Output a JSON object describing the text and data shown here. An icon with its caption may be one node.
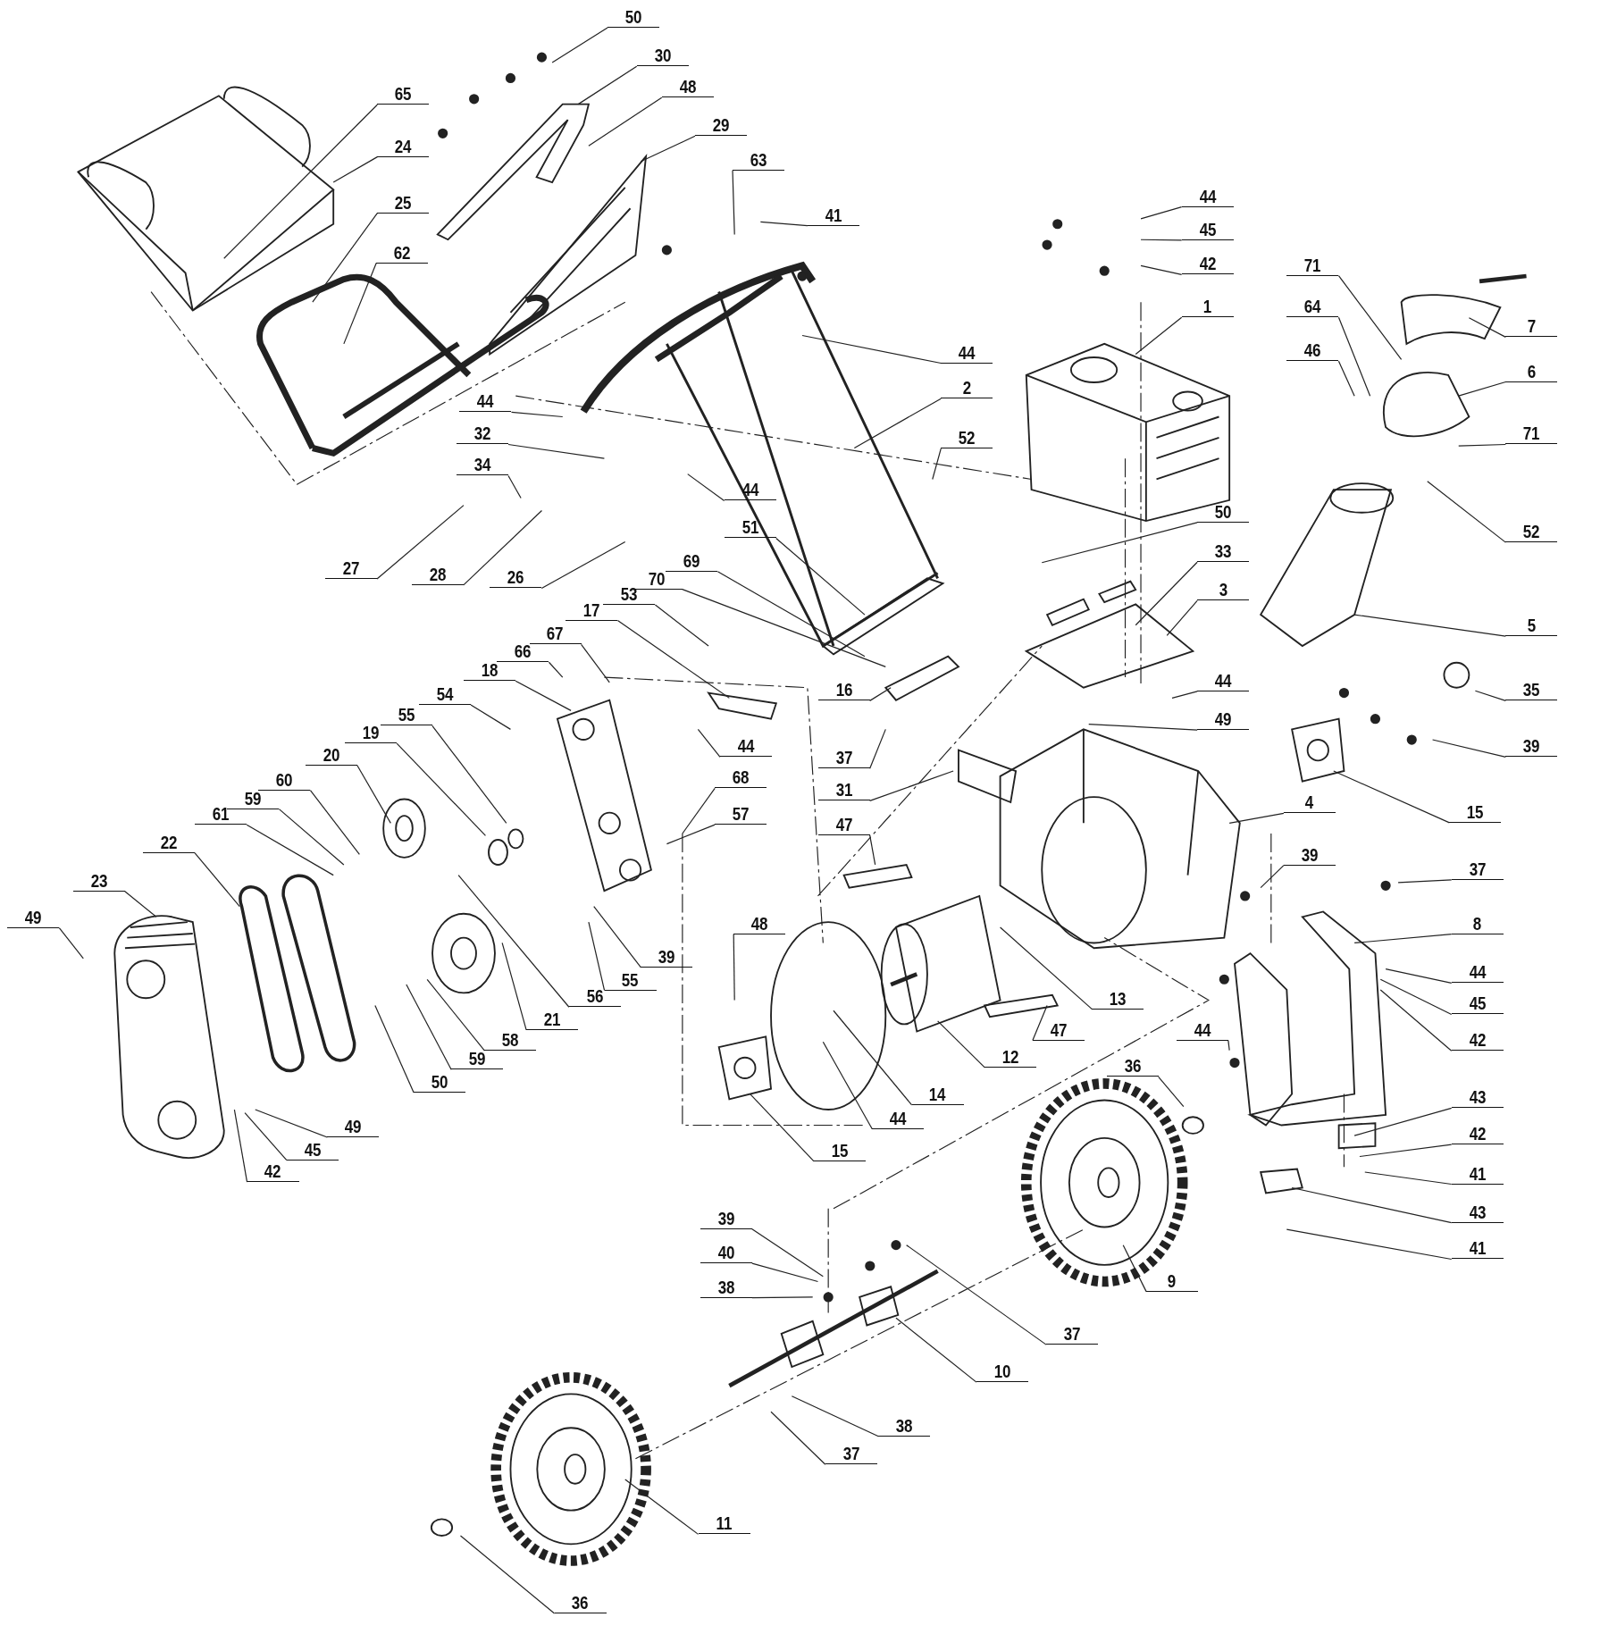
{
  "diagram": {
    "nodes": [
      {
        "text": [
          "50"
        ]
      },
      {
        "text": [
          "30"
        ]
      },
      {
        "text": [
          "48"
        ]
      },
      {
        "text": [
          "65"
        ]
      },
      {
        "text": [
          "24"
        ]
      },
      {
        "text": [
          "29"
        ]
      },
      {
        "text": [
          "63"
        ]
      },
      {
        "text": [
          "25"
        ]
      },
      {
        "text": [
          "44"
        ]
      },
      {
        "text": [
          "41"
        ]
      },
      {
        "text": [
          "45"
        ]
      },
      {
        "text": [
          "62"
        ]
      },
      {
        "text": [
          "42"
        ]
      },
      {
        "text": [
          "71"
        ]
      },
      {
        "text": [
          "1"
        ]
      },
      {
        "text": [
          "64"
        ]
      },
      {
        "text": [
          "7"
        ]
      },
      {
        "text": [
          "44"
        ]
      },
      {
        "text": [
          "46"
        ]
      },
      {
        "text": [
          "6"
        ]
      },
      {
        "text": [
          "2"
        ]
      },
      {
        "text": [
          "44"
        ]
      },
      {
        "text": [
          "71"
        ]
      },
      {
        "text": [
          "32"
        ]
      },
      {
        "text": [
          "52"
        ]
      },
      {
        "text": [
          "34"
        ]
      },
      {
        "text": [
          "44"
        ]
      },
      {
        "text": [
          "50"
        ]
      },
      {
        "text": [
          "52"
        ]
      },
      {
        "text": [
          "51"
        ]
      },
      {
        "text": [
          "27"
        ]
      },
      {
        "text": [
          "28"
        ]
      },
      {
        "text": [
          "26"
        ]
      },
      {
        "text": [
          "33"
        ]
      },
      {
        "text": [
          "69"
        ]
      },
      {
        "text": [
          "70"
        ]
      },
      {
        "text": [
          "53"
        ]
      },
      {
        "text": [
          "17"
        ]
      },
      {
        "text": [
          "3"
        ]
      },
      {
        "text": [
          "5"
        ]
      },
      {
        "text": [
          "67"
        ]
      },
      {
        "text": [
          "66"
        ]
      },
      {
        "text": [
          "18"
        ]
      },
      {
        "text": [
          "16"
        ]
      },
      {
        "text": [
          "44"
        ]
      },
      {
        "text": [
          "35"
        ]
      },
      {
        "text": [
          "54"
        ]
      },
      {
        "text": [
          "49"
        ]
      },
      {
        "text": [
          "55"
        ]
      },
      {
        "text": [
          "44"
        ]
      },
      {
        "text": [
          "39"
        ]
      },
      {
        "text": [
          "19"
        ]
      },
      {
        "text": [
          "37"
        ]
      },
      {
        "text": [
          "20"
        ]
      },
      {
        "text": [
          "68"
        ]
      },
      {
        "text": [
          "31"
        ]
      },
      {
        "text": [
          "60"
        ]
      },
      {
        "text": [
          "59"
        ]
      },
      {
        "text": [
          "57"
        ]
      },
      {
        "text": [
          "4"
        ]
      },
      {
        "text": [
          "15"
        ]
      },
      {
        "text": [
          "61"
        ]
      },
      {
        "text": [
          "47"
        ]
      },
      {
        "text": [
          "22"
        ]
      },
      {
        "text": [
          "37"
        ]
      },
      {
        "text": [
          "39"
        ]
      },
      {
        "text": [
          "23"
        ]
      },
      {
        "text": [
          "8"
        ]
      },
      {
        "text": [
          "49"
        ]
      },
      {
        "text": [
          "48"
        ]
      },
      {
        "text": [
          "39"
        ]
      },
      {
        "text": [
          "55"
        ]
      },
      {
        "text": [
          "44"
        ]
      },
      {
        "text": [
          "56"
        ]
      },
      {
        "text": [
          "13"
        ]
      },
      {
        "text": [
          "45"
        ]
      },
      {
        "text": [
          "47"
        ]
      },
      {
        "text": [
          "21"
        ]
      },
      {
        "text": [
          "42"
        ]
      },
      {
        "text": [
          "58"
        ]
      },
      {
        "text": [
          "12"
        ]
      },
      {
        "text": [
          "59"
        ]
      },
      {
        "text": [
          "44"
        ]
      },
      {
        "text": [
          "50"
        ]
      },
      {
        "text": [
          "14"
        ]
      },
      {
        "text": [
          "36"
        ]
      },
      {
        "text": [
          "43"
        ]
      },
      {
        "text": [
          "49"
        ]
      },
      {
        "text": [
          "44"
        ]
      },
      {
        "text": [
          "42"
        ]
      },
      {
        "text": [
          "45"
        ]
      },
      {
        "text": [
          "41"
        ]
      },
      {
        "text": [
          "15"
        ]
      },
      {
        "text": [
          "42"
        ]
      },
      {
        "text": [
          "43"
        ]
      },
      {
        "text": [
          "41"
        ]
      },
      {
        "text": [
          "39"
        ]
      },
      {
        "text": [
          "40"
        ]
      },
      {
        "text": [
          "9"
        ]
      },
      {
        "text": [
          "38"
        ]
      },
      {
        "text": [
          "37"
        ]
      },
      {
        "text": [
          "10"
        ]
      },
      {
        "text": [
          "38"
        ]
      },
      {
        "text": [
          "37"
        ]
      },
      {
        "text": [
          "11"
        ]
      },
      {
        "text": [
          "36"
        ]
      }
    ],
    "edges": [
      {
        "from": 0,
        "to": null,
        "arrow": "none"
      },
      {
        "from": 1,
        "to": null,
        "arrow": "none"
      },
      {
        "from": 2,
        "to": null,
        "arrow": "none"
      },
      {
        "from": 3,
        "to": null,
        "arrow": "none"
      },
      {
        "from": 4,
        "to": null,
        "arrow": "none"
      },
      {
        "from": 5,
        "to": null,
        "arrow": "none"
      },
      {
        "from": 6,
        "to": null,
        "arrow": "none"
      },
      {
        "from": 7,
        "to": null,
        "arrow": "none"
      },
      {
        "from": 8,
        "to": null,
        "arrow": "none"
      },
      {
        "from": 9,
        "to": null,
        "arrow": "none"
      },
      {
        "from": 10,
        "to": null,
        "arrow": "none"
      },
      {
        "from": 11,
        "to": null,
        "arrow": "none"
      },
      {
        "from": 12,
        "to": null,
        "arrow": "none"
      },
      {
        "from": 13,
        "to": null,
        "arrow": "none"
      },
      {
        "from": 14,
        "to": null,
        "arrow": "none"
      },
      {
        "from": 15,
        "to": null,
        "arrow": "none"
      },
      {
        "from": 16,
        "to": null,
        "arrow": "none"
      },
      {
        "from": 17,
        "to": null,
        "arrow": "none"
      },
      {
        "from": 18,
        "to": null,
        "arrow": "none"
      },
      {
        "from": 19,
        "to": null,
        "arrow": "none"
      },
      {
        "from": 20,
        "to": null,
        "arrow": "none"
      },
      {
        "from": 21,
        "to": null,
        "arrow": "none"
      },
      {
        "from": 22,
        "to": null,
        "arrow": "none"
      },
      {
        "from": 23,
        "to": null,
        "arrow": "none"
      },
      {
        "from": 24,
        "to": null,
        "arrow": "none"
      },
      {
        "from": 25,
        "to": null,
        "arrow": "none"
      },
      {
        "from": 26,
        "to": null,
        "arrow": "none"
      },
      {
        "from": 27,
        "to": null,
        "arrow": "none"
      },
      {
        "from": 28,
        "to": null,
        "arrow": "none"
      },
      {
        "from": 29,
        "to": null,
        "arrow": "none"
      },
      {
        "from": 30,
        "to": null,
        "arrow": "none"
      },
      {
        "from": 31,
        "to": null,
        "arrow": "none"
      },
      {
        "from": 32,
        "to": null,
        "arrow": "none"
      },
      {
        "from": 33,
        "to": null,
        "arrow": "none"
      },
      {
        "from": 34,
        "to": null,
        "arrow": "none"
      },
      {
        "from": 35,
        "to": null,
        "arrow": "none"
      },
      {
        "from": 36,
        "to": null,
        "arrow": "none"
      },
      {
        "from": 37,
        "to": null,
        "arrow": "none"
      },
      {
        "from": 38,
        "to": null,
        "arrow": "none"
      },
      {
        "from": 39,
        "to": null,
        "arrow": "none"
      },
      {
        "from": 40,
        "to": null,
        "arrow": "none"
      },
      {
        "from": 41,
        "to": null,
        "arrow": "none"
      },
      {
        "from": 42,
        "to": null,
        "arrow": "none"
      },
      {
        "from": 43,
        "to": null,
        "arrow": "none"
      },
      {
        "from": 44,
        "to": null,
        "arrow": "none"
      },
      {
        "from": 45,
        "to": null,
        "arrow": "none"
      },
      {
        "from": 46,
        "to": null,
        "arrow": "none"
      },
      {
        "from": 47,
        "to": null,
        "arrow": "none"
      },
      {
        "from": 48,
        "to": null,
        "arrow": "none"
      },
      {
        "from": 49,
        "to": null,
        "arrow": "none"
      },
      {
        "from": 50,
        "to": null,
        "arrow": "none"
      },
      {
        "from": 51,
        "to": null,
        "arrow": "none"
      },
      {
        "from": 52,
        "to": null,
        "arrow": "none"
      },
      {
        "from": 53,
        "to": null,
        "arrow": "none"
      },
      {
        "from": 54,
        "to": null,
        "arrow": "none"
      },
      {
        "from": 55,
        "to": null,
        "arrow": "none"
      },
      {
        "from": 56,
        "to": null,
        "arrow": "none"
      },
      {
        "from": 57,
        "to": null,
        "arrow": "none"
      },
      {
        "from": 58,
        "to": null,
        "arrow": "none"
      },
      {
        "from": 59,
        "to": null,
        "arrow": "none"
      },
      {
        "from": 60,
        "to": null,
        "arrow": "none"
      },
      {
        "from": 61,
        "to": null,
        "arrow": "none"
      },
      {
        "from": 62,
        "to": null,
        "arrow": "none"
      },
      {
        "from": 63,
        "to": null,
        "arrow": "none"
      },
      {
        "from": 64,
        "to": null,
        "arrow": "none"
      },
      {
        "from": 65,
        "to": null,
        "arrow": "none"
      },
      {
        "from": 66,
        "to": null,
        "arrow": "none"
      },
      {
        "from": 67,
        "to": null,
        "arrow": "none"
      },
      {
        "from": 68,
        "to": null,
        "arrow": "none"
      },
      {
        "from": 69,
        "to": null,
        "arrow": "none"
      },
      {
        "from": 70,
        "to": null,
        "arrow": "none"
      },
      {
        "from": 71,
        "to": null,
        "arrow": "none"
      },
      {
        "from": 72,
        "to": null,
        "arrow": "none"
      },
      {
        "from": 73,
        "to": null,
        "arrow": "none"
      },
      {
        "from": 74,
        "to": null,
        "arrow": "none"
      },
      {
        "from": 75,
        "to": null,
        "arrow": "none"
      },
      {
        "from": 76,
        "to": null,
        "arrow": "none"
      },
      {
        "from": 77,
        "to": null,
        "arrow": "none"
      },
      {
        "from": 78,
        "to": null,
        "arrow": "none"
      },
      {
        "from": 79,
        "to": null,
        "arrow": "none"
      },
      {
        "from": 80,
        "to": null,
        "arrow": "none"
      },
      {
        "from": 81,
        "to": null,
        "arrow": "none"
      },
      {
        "from": 82,
        "to": null,
        "arrow": "none"
      },
      {
        "from": 83,
        "to": null,
        "arrow": "none"
      },
      {
        "from": 84,
        "to": null,
        "arrow": "none"
      },
      {
        "from": 85,
        "to": null,
        "arrow": "none"
      },
      {
        "from": 86,
        "to": null,
        "arrow": "none"
      },
      {
        "from": 87,
        "to": null,
        "arrow": "none"
      },
      {
        "from": 88,
        "to": null,
        "arrow": "none"
      },
      {
        "from": 89,
        "to": null,
        "arrow": "none"
      },
      {
        "from": 90,
        "to": null,
        "arrow": "none"
      },
      {
        "from": 91,
        "to": null,
        "arrow": "none"
      },
      {
        "from": 92,
        "to": null,
        "arrow": "none"
      },
      {
        "from": 93,
        "to": null,
        "arrow": "none"
      },
      {
        "from": 94,
        "to": null,
        "arrow": "none"
      },
      {
        "from": 95,
        "to": null,
        "arrow": "none"
      },
      {
        "from": 96,
        "to": null,
        "arrow": "none"
      },
      {
        "from": 97,
        "to": null,
        "arrow": "none"
      },
      {
        "from": 98,
        "to": null,
        "arrow": "none"
      },
      {
        "from": 99,
        "to": null,
        "arrow": "none"
      },
      {
        "from": 100,
        "to": null,
        "arrow": "none"
      },
      {
        "from": 101,
        "to": null,
        "arrow": "none"
      },
      {
        "from": 102,
        "to": null,
        "arrow": "none"
      },
      {
        "from": 103,
        "to": null,
        "arrow": "none"
      },
      {
        "from": 104,
        "to": null,
        "arrow": "none"
      },
      {
        "from": 105,
        "to": null,
        "arrow": "none"
      }
    ]
  }
}
